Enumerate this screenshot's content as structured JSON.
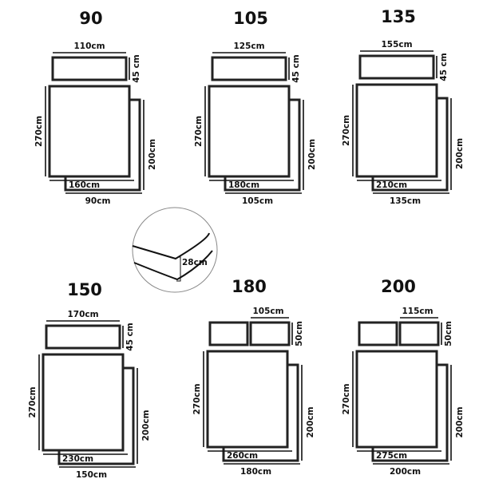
{
  "panels": [
    {
      "size": "90",
      "pillow_width": "110cm",
      "pillow_height": "45 cm",
      "pillows": 1,
      "duvet_length": "270cm",
      "duvet_width": "160cm",
      "sheet_length": "200cm",
      "sheet_width": "90cm"
    },
    {
      "size": "105",
      "pillow_width": "125cm",
      "pillow_height": "45 cm",
      "pillows": 1,
      "duvet_length": "270cm",
      "duvet_width": "180cm",
      "sheet_length": "200cm",
      "sheet_width": "105cm"
    },
    {
      "size": "135",
      "pillow_width": "155cm",
      "pillow_height": "45 cm",
      "pillows": 1,
      "duvet_length": "270cm",
      "duvet_width": "210cm",
      "sheet_length": "200cm",
      "sheet_width": "135cm"
    },
    {
      "size": "150",
      "pillow_width": "170cm",
      "pillow_height": "45 cm",
      "pillows": 1,
      "duvet_length": "270cm",
      "duvet_width": "230cm",
      "sheet_length": "200cm",
      "sheet_width": "150cm"
    },
    {
      "size": "180",
      "pillow_width": "105cm",
      "pillow_height": "50cm",
      "pillows": 2,
      "duvet_length": "270cm",
      "duvet_width": "260cm",
      "sheet_length": "200cm",
      "sheet_width": "180cm"
    },
    {
      "size": "200",
      "pillow_width": "115cm",
      "pillow_height": "50cm",
      "pillows": 2,
      "duvet_length": "270cm",
      "duvet_width": "275cm",
      "sheet_length": "200cm",
      "sheet_width": "200cm"
    }
  ],
  "mattress_detail": {
    "depth": "28cm"
  }
}
